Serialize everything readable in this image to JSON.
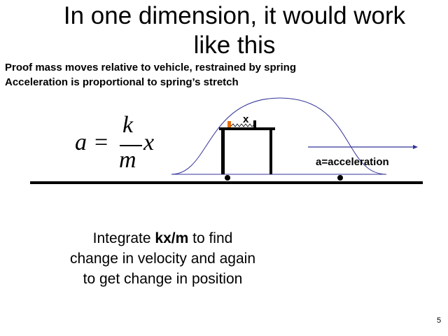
{
  "title": {
    "line1": "In one dimension, it would work",
    "line2": "like this"
  },
  "bullets": [
    "Proof mass moves relative to vehicle, restrained by spring",
    "Acceleration is proportional to spring’s stretch"
  ],
  "formula": {
    "lhs": "a",
    "eq": "=",
    "num": "k",
    "den": "m",
    "var": "x"
  },
  "diagram": {
    "x_label": "x",
    "accel_label": "a=acceleration",
    "curve_color": "#333399",
    "mass_color": "#e46c0a"
  },
  "body": {
    "pre": "Integrate ",
    "bold": "kx/m",
    "post": " to find",
    "line2": "change in velocity and again",
    "line3": "to get change in position"
  },
  "page_number": "5"
}
